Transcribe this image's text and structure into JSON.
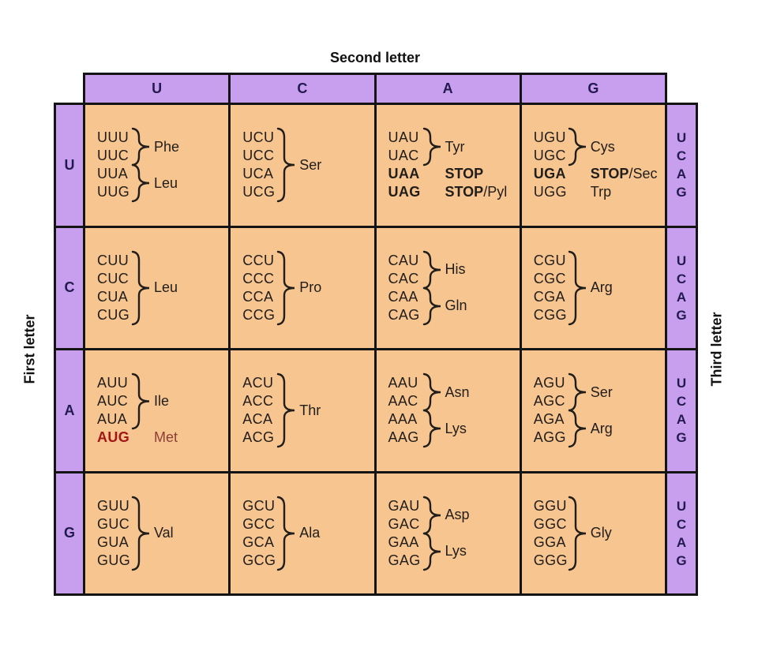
{
  "title": "Second letter",
  "axes": {
    "left": "First letter",
    "right": "Third letter"
  },
  "header_letters": [
    "U",
    "C",
    "A",
    "G"
  ],
  "first_letters": [
    "U",
    "C",
    "A",
    "G"
  ],
  "third_letters": [
    "U",
    "C",
    "A",
    "G"
  ],
  "colors": {
    "purple": "#C89EEF",
    "orange": "#F7C58F",
    "border": "#141414",
    "letter": "#221A4E",
    "text": "#211D1A",
    "start": "#A11616",
    "startlbl": "#8C3F39"
  },
  "grid": [
    [
      {
        "entries": [
          {
            "codons": [
              "UUU",
              "UUC"
            ],
            "bracket": true,
            "label": [
              {
                "t": "Phe"
              }
            ]
          },
          {
            "codons": [
              "UUA",
              "UUG"
            ],
            "bracket": true,
            "label": [
              {
                "t": "Leu"
              }
            ]
          }
        ]
      },
      {
        "entries": [
          {
            "codons": [
              "UCU",
              "UCC",
              "UCA",
              "UCG"
            ],
            "bracket": true,
            "label": [
              {
                "t": "Ser"
              }
            ]
          }
        ]
      },
      {
        "entries": [
          {
            "codons": [
              "UAU",
              "UAC"
            ],
            "bracket": true,
            "label": [
              {
                "t": "Tyr"
              }
            ]
          },
          {
            "codons": [
              "UAA"
            ],
            "bracket": false,
            "codon_style": "bold",
            "label": [
              {
                "t": "STOP",
                "s": "bold"
              }
            ]
          },
          {
            "codons": [
              "UAG"
            ],
            "bracket": false,
            "codon_style": "bold",
            "label": [
              {
                "t": "STOP",
                "s": "bold"
              },
              {
                "t": "/Pyl"
              }
            ]
          }
        ]
      },
      {
        "entries": [
          {
            "codons": [
              "UGU",
              "UGC"
            ],
            "bracket": true,
            "label": [
              {
                "t": "Cys"
              }
            ]
          },
          {
            "codons": [
              "UGA"
            ],
            "bracket": false,
            "codon_style": "bold",
            "label": [
              {
                "t": "STOP",
                "s": "bold"
              },
              {
                "t": "/Sec"
              }
            ]
          },
          {
            "codons": [
              "UGG"
            ],
            "bracket": false,
            "label": [
              {
                "t": "Trp"
              }
            ]
          }
        ]
      }
    ],
    [
      {
        "entries": [
          {
            "codons": [
              "CUU",
              "CUC",
              "CUA",
              "CUG"
            ],
            "bracket": true,
            "label": [
              {
                "t": "Leu"
              }
            ]
          }
        ]
      },
      {
        "entries": [
          {
            "codons": [
              "CCU",
              "CCC",
              "CCA",
              "CCG"
            ],
            "bracket": true,
            "label": [
              {
                "t": "Pro"
              }
            ]
          }
        ]
      },
      {
        "entries": [
          {
            "codons": [
              "CAU",
              "CAC"
            ],
            "bracket": true,
            "label": [
              {
                "t": "His"
              }
            ]
          },
          {
            "codons": [
              "CAA",
              "CAG"
            ],
            "bracket": true,
            "label": [
              {
                "t": "Gln"
              }
            ]
          }
        ]
      },
      {
        "entries": [
          {
            "codons": [
              "CGU",
              "CGC",
              "CGA",
              "CGG"
            ],
            "bracket": true,
            "label": [
              {
                "t": "Arg"
              }
            ]
          }
        ]
      }
    ],
    [
      {
        "entries": [
          {
            "codons": [
              "AUU",
              "AUC",
              "AUA"
            ],
            "bracket": true,
            "label": [
              {
                "t": "Ile"
              }
            ]
          },
          {
            "codons": [
              "AUG"
            ],
            "bracket": false,
            "codon_style": "start",
            "label": [
              {
                "t": "Met",
                "s": "start"
              }
            ]
          }
        ]
      },
      {
        "entries": [
          {
            "codons": [
              "ACU",
              "ACC",
              "ACA",
              "ACG"
            ],
            "bracket": true,
            "label": [
              {
                "t": "Thr"
              }
            ]
          }
        ]
      },
      {
        "entries": [
          {
            "codons": [
              "AAU",
              "AAC"
            ],
            "bracket": true,
            "label": [
              {
                "t": "Asn"
              }
            ]
          },
          {
            "codons": [
              "AAA",
              "AAG"
            ],
            "bracket": true,
            "label": [
              {
                "t": "Lys"
              }
            ]
          }
        ]
      },
      {
        "entries": [
          {
            "codons": [
              "AGU",
              "AGC"
            ],
            "bracket": true,
            "label": [
              {
                "t": "Ser"
              }
            ]
          },
          {
            "codons": [
              "AGA",
              "AGG"
            ],
            "bracket": true,
            "label": [
              {
                "t": "Arg"
              }
            ]
          }
        ]
      }
    ],
    [
      {
        "entries": [
          {
            "codons": [
              "GUU",
              "GUC",
              "GUA",
              "GUG"
            ],
            "bracket": true,
            "label": [
              {
                "t": "Val"
              }
            ]
          }
        ]
      },
      {
        "entries": [
          {
            "codons": [
              "GCU",
              "GCC",
              "GCA",
              "GCG"
            ],
            "bracket": true,
            "label": [
              {
                "t": "Ala"
              }
            ]
          }
        ]
      },
      {
        "entries": [
          {
            "codons": [
              "GAU",
              "GAC"
            ],
            "bracket": true,
            "label": [
              {
                "t": "Asp"
              }
            ]
          },
          {
            "codons": [
              "GAA",
              "GAG"
            ],
            "bracket": true,
            "label": [
              {
                "t": "Lys"
              }
            ]
          }
        ]
      },
      {
        "entries": [
          {
            "codons": [
              "GGU",
              "GGC",
              "GGA",
              "GGG"
            ],
            "bracket": true,
            "label": [
              {
                "t": "Gly"
              }
            ]
          }
        ]
      }
    ]
  ]
}
